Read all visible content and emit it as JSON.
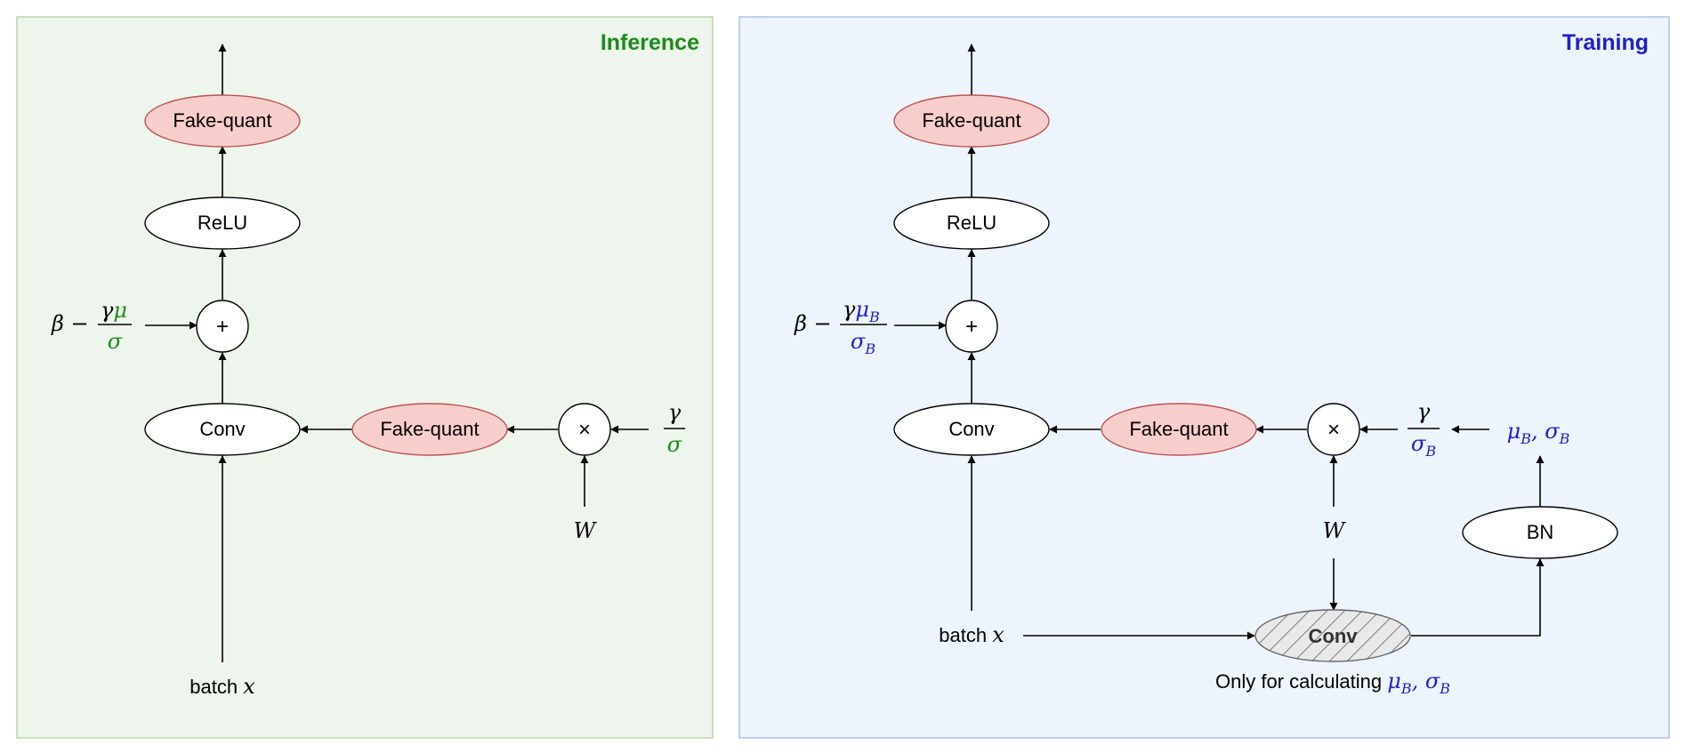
{
  "colors": {
    "inference_bg": "#eef5ec",
    "inference_border": "#b6d7a8",
    "inference_accent": "#1a8c1a",
    "training_bg": "#eef4fc",
    "training_border": "#a9c2e8",
    "training_accent": "#1f1fcc",
    "fakequant_fill": "#f8cecc",
    "fakequant_stroke": "#b85450",
    "hatch_fill": "#e6e6e6",
    "hatch_stroke": "#666666"
  },
  "inference": {
    "title": "Inference",
    "nodes": {
      "fakequant_out": "Fake-quant",
      "relu": "ReLU",
      "add": "+",
      "conv": "Conv",
      "fakequant_w": "Fake-quant",
      "mul": "×"
    },
    "bias": {
      "prefix": "β −",
      "num_a": "γ",
      "num_b": "μ",
      "den": "σ"
    },
    "scale": {
      "num": "γ",
      "den": "σ"
    },
    "weight": "W",
    "input": {
      "text": "batch ",
      "var": "x"
    }
  },
  "training": {
    "title": "Training",
    "nodes": {
      "fakequant_out": "Fake-quant",
      "relu": "ReLU",
      "add": "+",
      "conv": "Conv",
      "fakequant_w": "Fake-quant",
      "mul": "×",
      "bn": "BN",
      "conv_stats": "Conv"
    },
    "bias": {
      "prefix": "β −",
      "num_a": "γ",
      "num_b": "μ",
      "num_sub": "B",
      "den": "σ",
      "den_sub": "B"
    },
    "scale": {
      "num": "γ",
      "den": "σ",
      "den_sub": "B"
    },
    "stats": {
      "mu": "μ",
      "mu_sub": "B",
      "sep": ", ",
      "sigma": "σ",
      "sigma_sub": "B"
    },
    "weight": "W",
    "input": {
      "text": "batch ",
      "var": "x"
    },
    "note": {
      "text": "Only for calculating ",
      "mu": "μ",
      "mu_sub": "B",
      "sep": ", ",
      "sigma": "σ",
      "sigma_sub": "B"
    }
  }
}
